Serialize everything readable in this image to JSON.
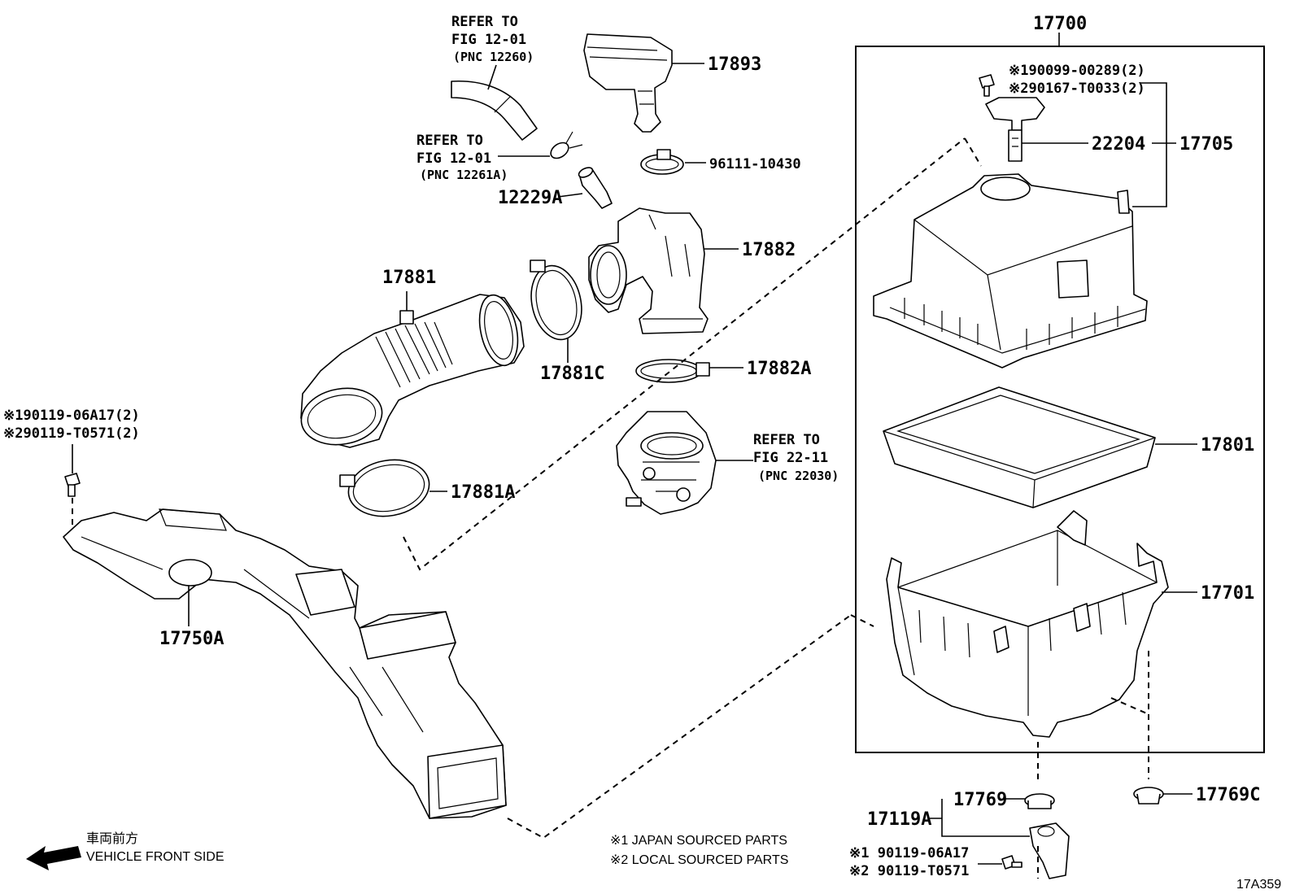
{
  "labels": {
    "p17700": "17700",
    "p17893": "17893",
    "p96111": "96111-10430",
    "p12229a": "12229A",
    "p17882": "17882",
    "p17881": "17881",
    "p17881c": "17881C",
    "p17882a": "17882A",
    "p17881a": "17881A",
    "p17750a": "17750A",
    "p22204": "22204",
    "p17705": "17705",
    "p17801": "17801",
    "p17701": "17701",
    "p17769": "17769",
    "p17769c": "17769C",
    "p17119a": "17119A",
    "bolt_top_1": "※190099-00289(2)",
    "bolt_top_2": "※290167-T0033(2)",
    "bolt_left_1": "※190119-06A17(2)",
    "bolt_left_2": "※290119-T0571(2)",
    "bolt_bottom_1": "※1 90119-06A17",
    "bolt_bottom_2": "※2 90119-T0571"
  },
  "references": {
    "ref1": {
      "line1": "REFER TO",
      "line2": "FIG 12-01",
      "line3": "(PNC 12260)"
    },
    "ref2": {
      "line1": "REFER TO",
      "line2": "FIG 12-01",
      "line3": "(PNC 12261A)"
    },
    "ref3": {
      "line1": "REFER TO",
      "line2": "FIG 22-11",
      "line3": "(PNC 22030)"
    }
  },
  "legend": {
    "note1": "※1 JAPAN SOURCED PARTS",
    "note2": "※2 LOCAL SOURCED PARTS"
  },
  "direction": {
    "jp": "車両前方",
    "en": "VEHICLE FRONT SIDE"
  },
  "figure_id": "17A359",
  "icons": {
    "front_arrow": "arrow-left-icon"
  }
}
